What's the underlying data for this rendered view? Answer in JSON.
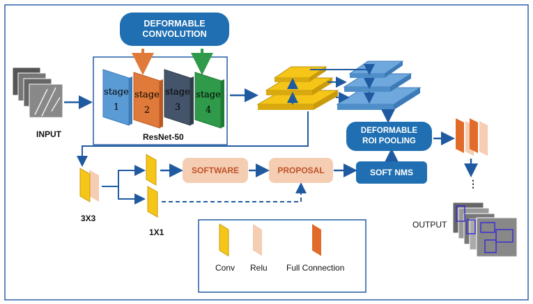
{
  "deformable_convolution": {
    "line1": "DEFORMABLE",
    "line2": "CONVOLUTION"
  },
  "input_label": "INPUT",
  "backbone": {
    "label": "ResNet-50",
    "stages": [
      {
        "word": "stage",
        "num": "1",
        "color": "#5b9bd5"
      },
      {
        "word": "stage",
        "num": "2",
        "color": "#e07a3a"
      },
      {
        "word": "stage",
        "num": "3",
        "color": "#44546a"
      },
      {
        "word": "stage",
        "num": "4",
        "color": "#2e9a4a"
      }
    ]
  },
  "deformable_roi_pooling": {
    "line1": "DEFORMABLE",
    "line2": "ROI POOLING"
  },
  "software_label": "SOFTWARE",
  "proposal_label": "PROPOSAL",
  "soft_nms_label": "SOFT NMS",
  "conv3x3_label": "3X3",
  "conv1x1_label": "1X1",
  "output_label": "OUTPUT",
  "ellipsis": "⋮",
  "legend": {
    "conv": "Conv",
    "relu": "Relu",
    "full_connection": "Full Connection"
  },
  "colors": {
    "accent_blue": "#1f6fb2",
    "fpn_yellow": "#f5c518",
    "fpn_blue": "#6fa8dc",
    "relu_peach": "#f5cdb3",
    "fc_orange": "#e06b2a"
  }
}
